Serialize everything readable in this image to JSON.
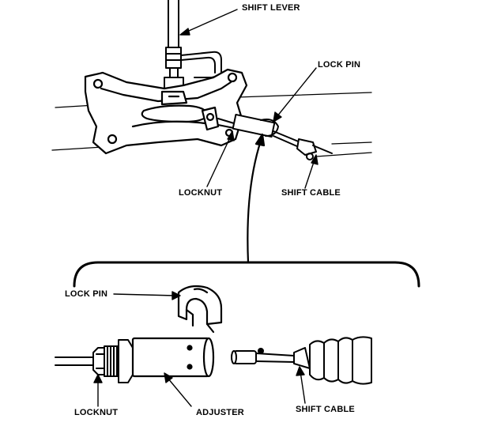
{
  "labels": {
    "shift_lever": "SHIFT LEVER",
    "lock_pin_top": "LOCK PIN",
    "locknut_top": "LOCKNUT",
    "shift_cable_top": "SHIFT CABLE",
    "lock_pin_detail": "LOCK PIN",
    "locknut_detail": "LOCKNUT",
    "adjuster": "ADJUSTER",
    "shift_cable_detail": "SHIFT CABLE"
  }
}
